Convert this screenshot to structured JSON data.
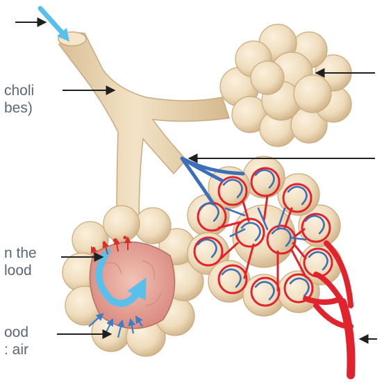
{
  "labels": {
    "bronchioli": {
      "line1": "choli",
      "line2": "bes)"
    },
    "gas_in": {
      "line1": "n the",
      "line2": "lood"
    },
    "gas_out": {
      "line1": "ood",
      "line2": ": air"
    }
  },
  "colors": {
    "airway": "#ecd8b4",
    "airway_stroke": "#c7aa80",
    "alveoli": "#eedcbb",
    "alveoli_stroke": "#c8aa7e",
    "alveolus_inner": "#e7a49a",
    "artery": "#e0232c",
    "vein": "#3c6fb7",
    "airflow": "#58c0ea",
    "arrow": "#1f1f1f"
  },
  "icons": [
    "airflow-arrow-icon",
    "label-pointer-arrow-icon"
  ]
}
